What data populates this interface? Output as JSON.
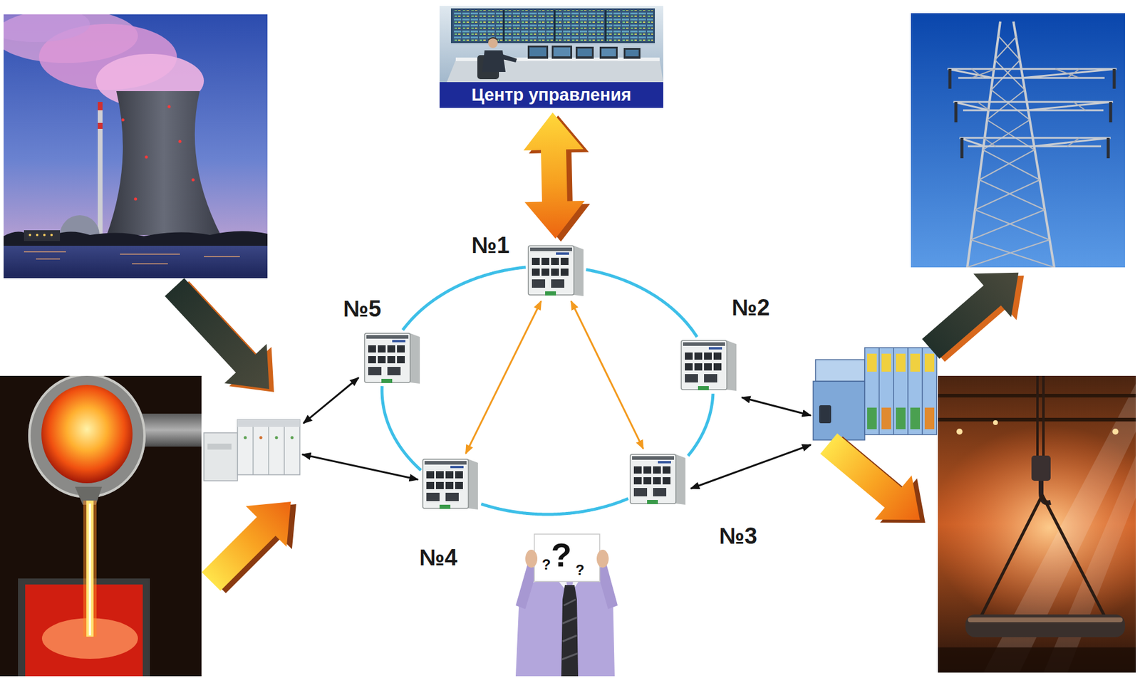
{
  "diagram": {
    "nodes": [
      {
        "text": [
          "Центр управления"
        ]
      },
      {
        "text": [
          "№1"
        ]
      },
      {
        "text": [
          "№2"
        ]
      },
      {
        "text": [
          "№3"
        ]
      },
      {
        "text": [
          "№4"
        ]
      },
      {
        "text": [
          "№5"
        ]
      }
    ],
    "edges": [
      {
        "from": 1,
        "to": 0,
        "arrow": "both"
      },
      {
        "from": 1,
        "to": 2,
        "arrow": "none"
      },
      {
        "from": 2,
        "to": 3,
        "arrow": "none"
      },
      {
        "from": 3,
        "to": 4,
        "arrow": "none"
      },
      {
        "from": 4,
        "to": 5,
        "arrow": "none"
      },
      {
        "from": 5,
        "to": 1,
        "arrow": "none"
      },
      {
        "from": 1,
        "to": 4,
        "arrow": "both"
      },
      {
        "from": 1,
        "to": 3,
        "arrow": "both"
      }
    ],
    "labels": [
      "?",
      "?",
      "?"
    ]
  }
}
